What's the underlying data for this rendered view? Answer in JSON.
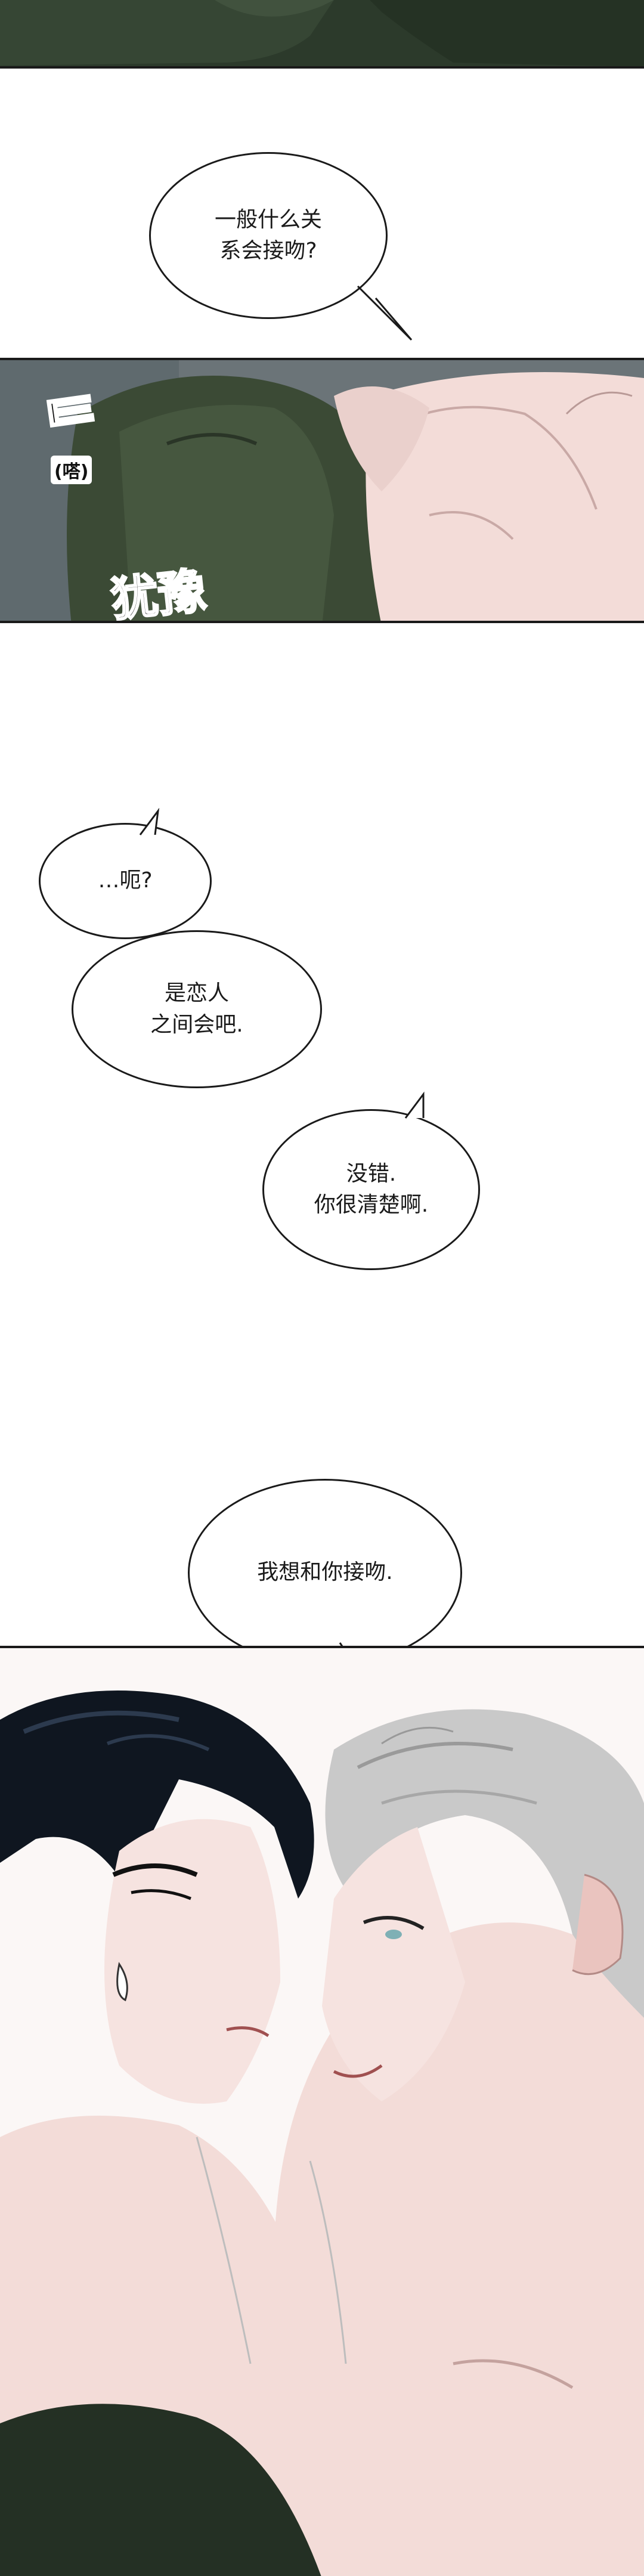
{
  "dialogue": {
    "line1": "一般什么关\n系会接吻?",
    "line2": "…呃?",
    "line3": "是恋人\n之间会吧.",
    "line4": "没错.\n你很清楚啊.",
    "line5": "我想和你接吻."
  },
  "sfx": {
    "startle": "ᄐ",
    "startle_sound": "(嗒)",
    "hesitate": "犹豫"
  },
  "colors": {
    "shirt_green": "#3b4a35",
    "shirt_dark": "#243024",
    "skin": "#f3dcd8",
    "hair_black": "#0f1620",
    "hair_silver": "#c9c9c9",
    "panel_border": "#1a1a1a",
    "background": "#ffffff"
  }
}
